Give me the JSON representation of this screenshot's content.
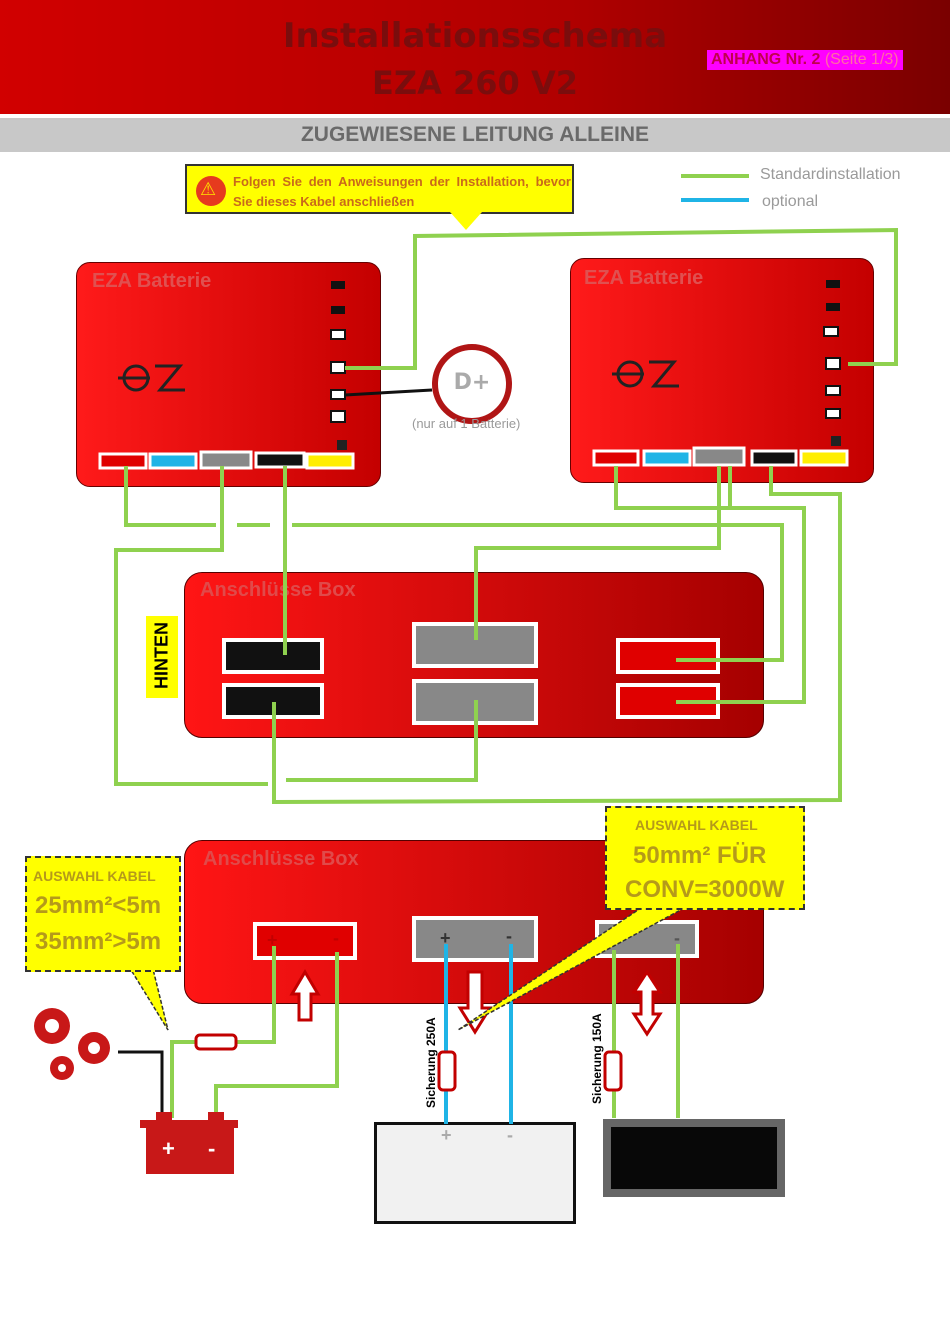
{
  "header": {
    "title": "Installationsschema",
    "model": "EZA 260 V2",
    "annex_bold": "ANHANG Nr. 2",
    "annex_page": "(Seite 1/3)"
  },
  "subtitle": "ZUGEWIESENE LEITUNG ALLEINE",
  "warning": "Folgen Sie den Anweisungen der Installation, bevor Sie dieses Kabel anschließen",
  "legend": [
    {
      "label": "Standardinstallation",
      "color": "#8fd14f"
    },
    {
      "label": "optional",
      "color": "#1fb4e6"
    }
  ],
  "batteries": [
    {
      "title": "EZA Batterie"
    },
    {
      "title": "EZA Batterie"
    }
  ],
  "boxes": {
    "top_title": "Anschlüsse Box",
    "bottom_title": "Anschlüsse Box",
    "rear_label": "HINTEN"
  },
  "dplus": {
    "label": "D+",
    "note": "(nur auf 1 Batterie)"
  },
  "callouts": {
    "left": {
      "heading": "AUSWAHL KABEL",
      "line1": "25mm²<5m",
      "line2": "35mm²>5m"
    },
    "right": {
      "heading": "AUSWAHL KABEL",
      "line1": "50mm² FÜR",
      "line2": "CONV=3000W"
    }
  },
  "fuses": {
    "left": "Sicherung 250A",
    "right": "Sicherung 150A"
  },
  "symbols": {
    "plus": "+",
    "minus": "-"
  },
  "colors": {
    "red": "#e00000",
    "dark_red": "#7a0d0d",
    "standard_wire": "#8fd14f",
    "optional_wire": "#1fb4e6",
    "yellow": "#ffff00",
    "annex": "#ff00ff"
  }
}
